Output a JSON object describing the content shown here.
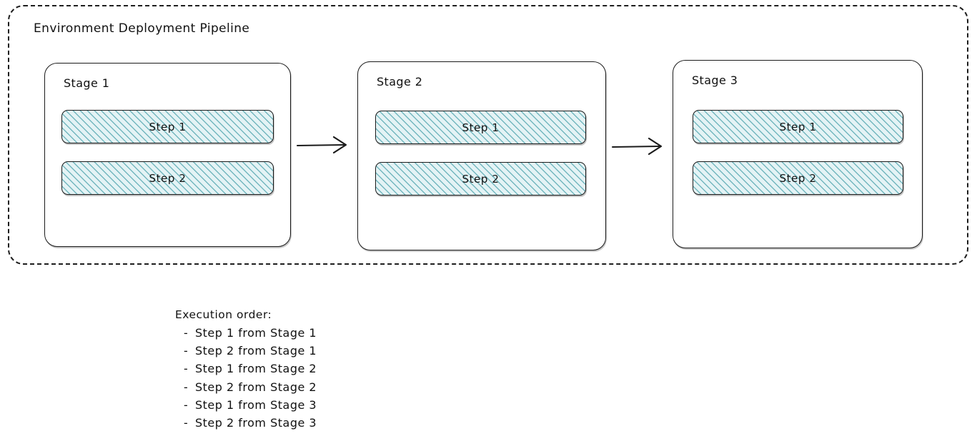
{
  "diagram": {
    "title": "Environment Deployment Pipeline",
    "colors": {
      "stroke": "#1b1b1b",
      "step_fill": "#e4f3f5",
      "step_hatch": "#6db4bc",
      "background": "#ffffff"
    },
    "stages": [
      {
        "label": "Stage 1",
        "steps": [
          {
            "label": "Step 1"
          },
          {
            "label": "Step 2"
          }
        ]
      },
      {
        "label": "Stage 2",
        "steps": [
          {
            "label": "Step 1"
          },
          {
            "label": "Step 2"
          }
        ]
      },
      {
        "label": "Stage 3",
        "steps": [
          {
            "label": "Step 1"
          },
          {
            "label": "Step 2"
          }
        ]
      }
    ],
    "connectors": [
      {
        "name": "arrow-stage1-to-stage2"
      },
      {
        "name": "arrow-stage2-to-stage3"
      }
    ]
  },
  "execution": {
    "heading": "Execution order:",
    "bullet": "-",
    "items": [
      "Step 1 from Stage 1",
      "Step 2 from Stage 1",
      "Step 1 from Stage 2",
      "Step 2 from Stage 2",
      "Step 1 from Stage 3",
      "Step 2 from Stage 3"
    ]
  }
}
